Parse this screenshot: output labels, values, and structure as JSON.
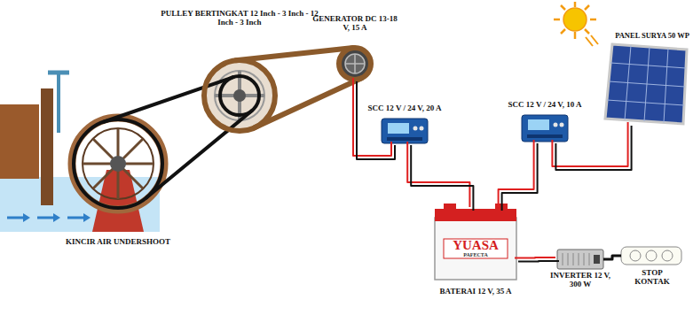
{
  "diagram": {
    "nodes": [
      {
        "text": [
          "KINCIR AIR UNDERSHOOT"
        ]
      },
      {
        "text": [
          "PULLEY BERTINGKAT 12 Inch - 3 Inch - 12 Inch - 3 Inch"
        ]
      },
      {
        "text": [
          "GENERATOR DC 13-18 V, 15 A"
        ]
      },
      {
        "text": [
          "SCC 12 V / 24 V, 20 A"
        ]
      },
      {
        "text": [
          "SCC 12 V / 24 V, 10 A"
        ]
      },
      {
        "text": [
          "PANEL SURYA 50 WP"
        ]
      },
      {
        "text": [
          "YUASA",
          "PAFECTA",
          "BATERAI 12 V, 35 A"
        ]
      },
      {
        "text": [
          "INVERTER 12 V, 300 W"
        ]
      },
      {
        "text": [
          "STOP KONTAK"
        ]
      }
    ],
    "edges": [
      {
        "from": 0,
        "to": 1,
        "arrow": "none"
      },
      {
        "from": 1,
        "to": 2,
        "arrow": "none"
      },
      {
        "from": 2,
        "to": 3,
        "arrow": "none"
      },
      {
        "from": 3,
        "to": 6,
        "arrow": "none"
      },
      {
        "from": 5,
        "to": 4,
        "arrow": "none"
      },
      {
        "from": 4,
        "to": 6,
        "arrow": "none"
      },
      {
        "from": 6,
        "to": 7,
        "arrow": "none"
      },
      {
        "from": 7,
        "to": 8,
        "arrow": "none"
      }
    ]
  }
}
